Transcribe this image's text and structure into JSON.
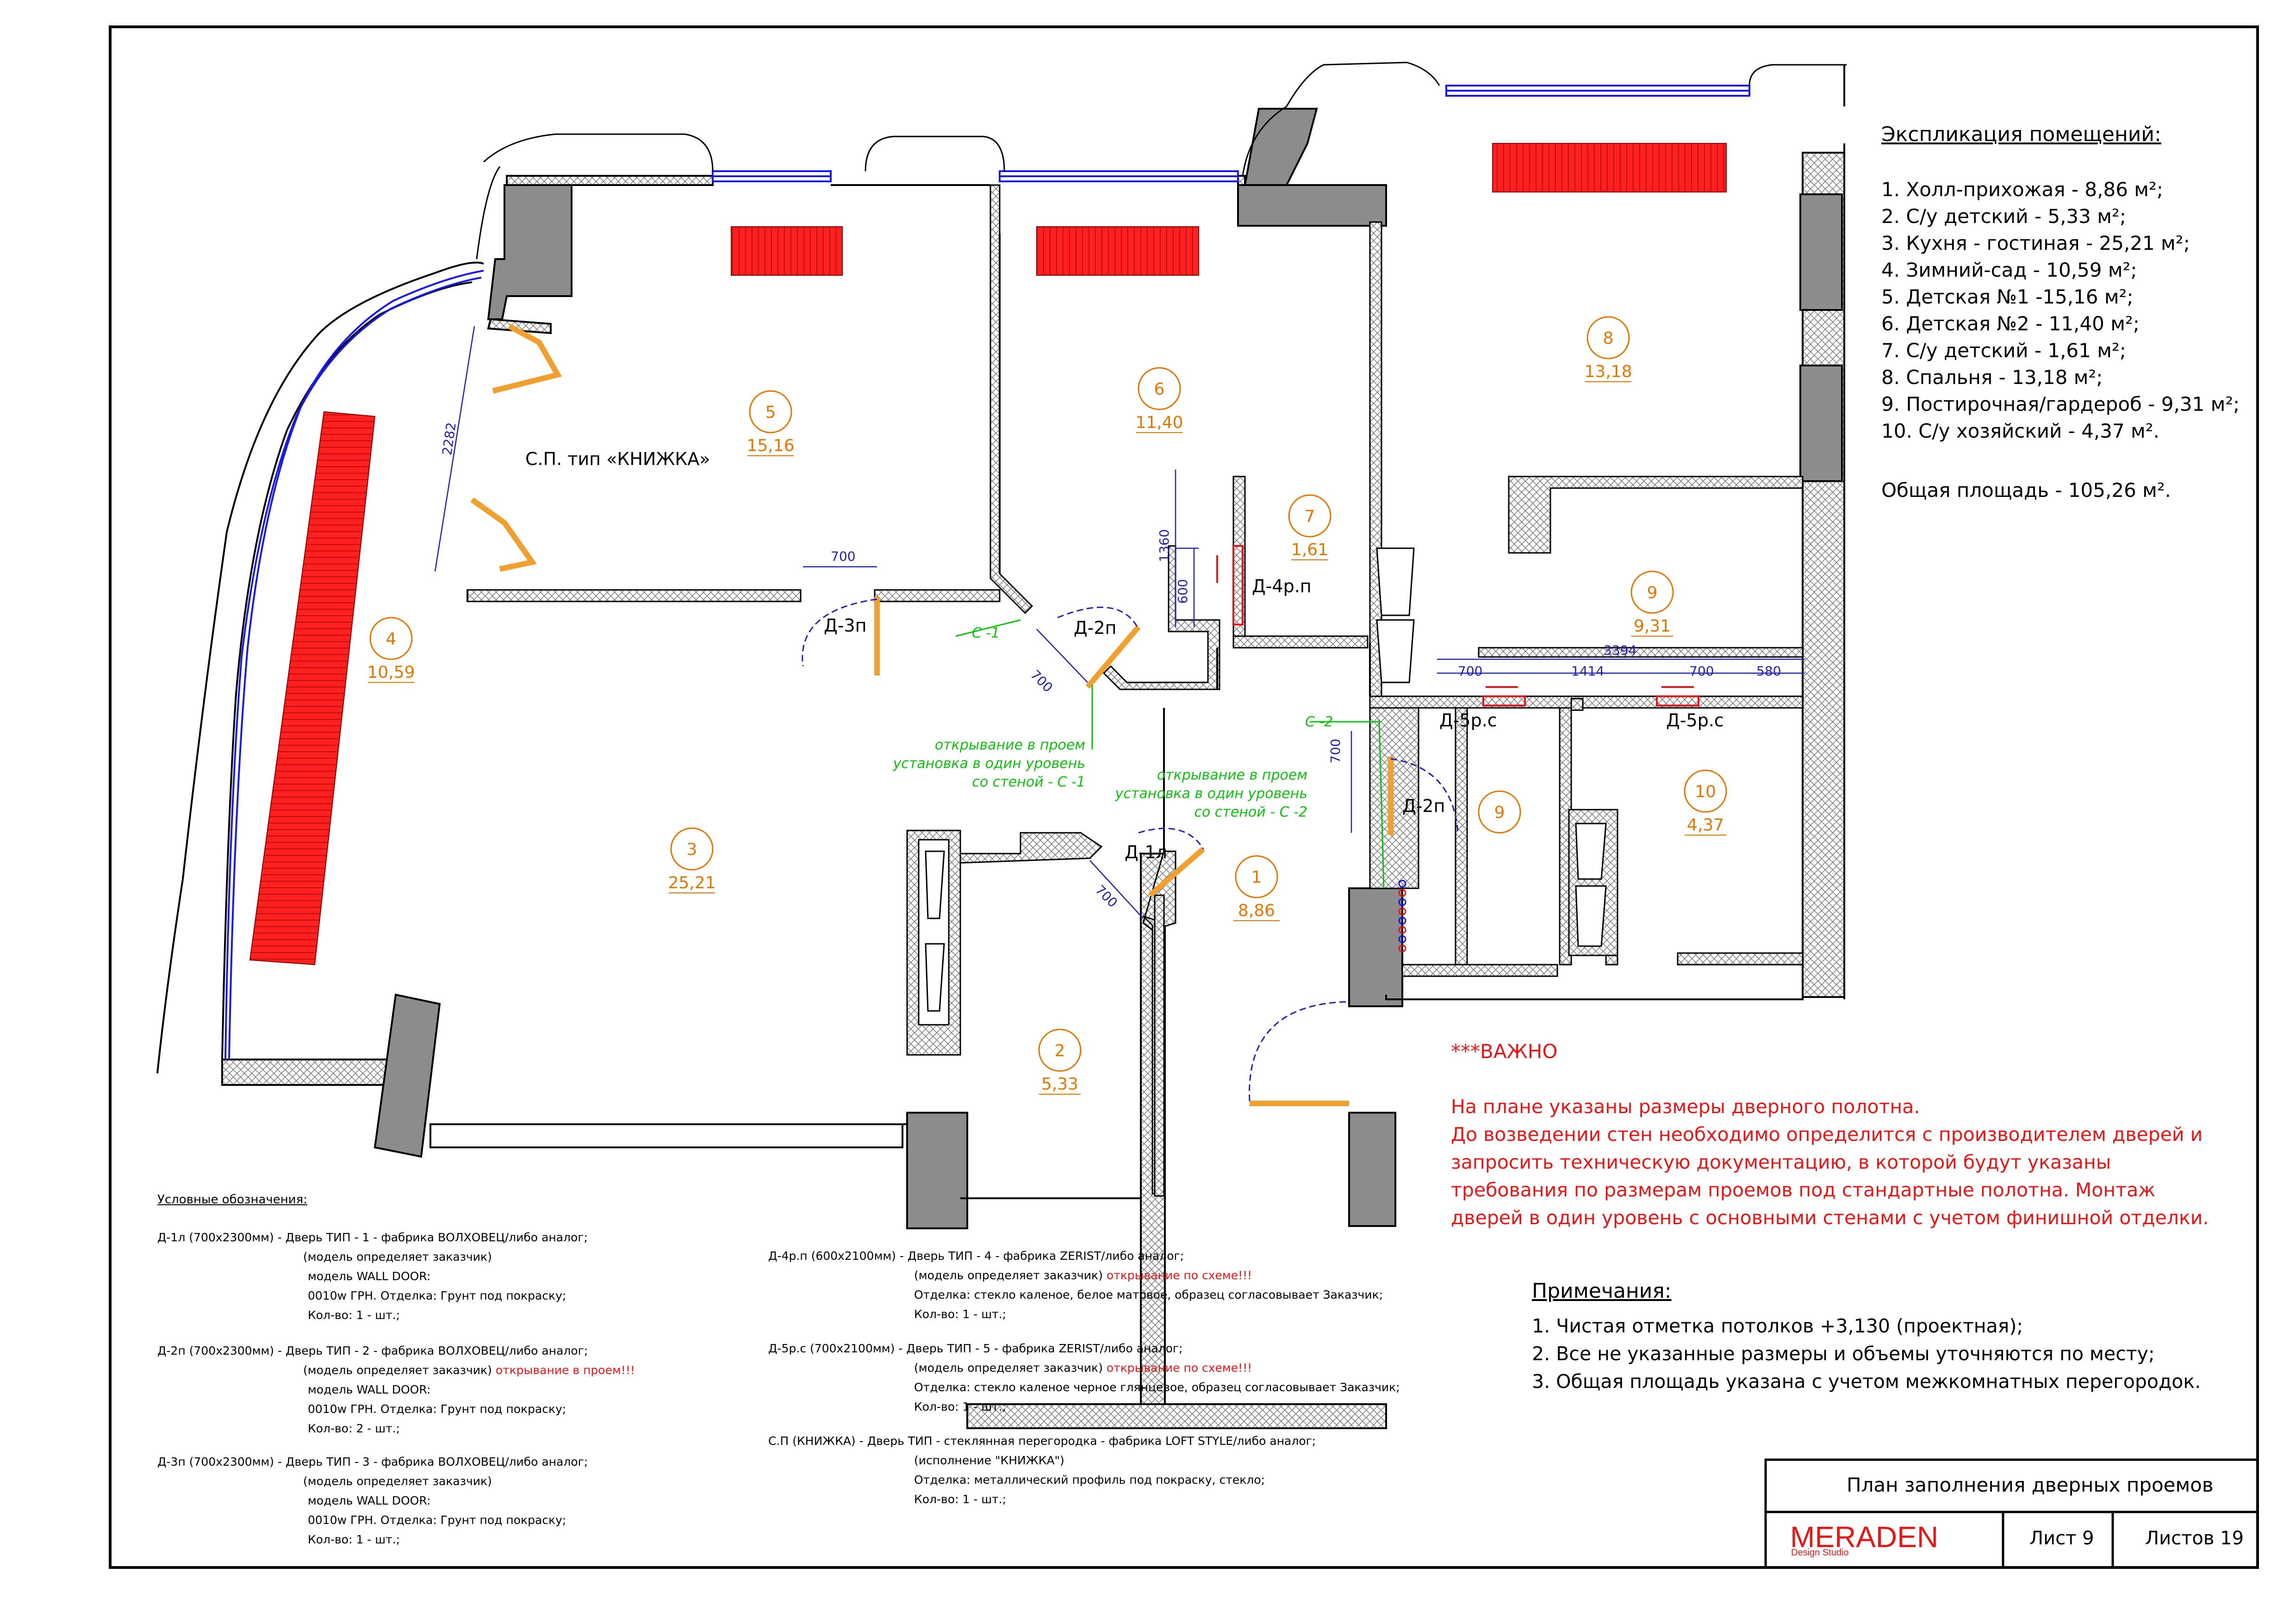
{
  "explication": {
    "title": "Экспликация помещений:",
    "items": [
      "1. Холл-прихожая - 8,86 м²;",
      "2. С/у детский - 5,33 м²;",
      "3. Кухня - гостиная  - 25,21 м²;",
      "4. Зимний-сад - 10,59 м²;",
      "5. Детская №1 -15,16 м²;",
      "6. Детская №2 - 11,40 м²;",
      "7. С/у детский - 1,61 м²;",
      "8. Спальня - 13,18 м²;",
      "9. Постирочная/гардероб - 9,31 м²;",
      "10. С/у хозяйский - 4,37 м²."
    ],
    "total": "Общая площадь - 105,26 м²."
  },
  "rooms": {
    "r1": {
      "num": "1",
      "area": "8,86"
    },
    "r2": {
      "num": "2",
      "area": "5,33"
    },
    "r3": {
      "num": "3",
      "area": "25,21"
    },
    "r4": {
      "num": "4",
      "area": "10,59"
    },
    "r5": {
      "num": "5",
      "area": "15,16"
    },
    "r6": {
      "num": "6",
      "area": "11,40"
    },
    "r7": {
      "num": "7",
      "area": "1,61"
    },
    "r8": {
      "num": "8",
      "area": "13,18"
    },
    "r9": {
      "num": "9",
      "area": "9,31"
    },
    "r9b": {
      "num": "9"
    },
    "r10": {
      "num": "10",
      "area": "4,37"
    }
  },
  "plan_labels": {
    "sp": "С.П. тип «КНИЖКА»",
    "d3p": "Д-3п",
    "d2p_a": "Д-2п",
    "d2p_b": "Д-2п",
    "d1l": "Д-1л",
    "d4rp": "Д-4р.п",
    "d5rc_a": "Д-5р.с",
    "d5rc_b": "Д-5р.с",
    "c1": "С -1",
    "c2": "С -2",
    "note_c1": [
      "открывание в проем",
      "установка в один уровень",
      "со стеной - С -1"
    ],
    "note_c2": [
      "открывание в проем",
      "установка в один уровень",
      "со стеной - С -2"
    ]
  },
  "dimensions": {
    "d2282": "2282",
    "d700a": "700",
    "d700b": "700",
    "d700c": "700",
    "d700d": "700",
    "d700e": "700",
    "d700f": "700",
    "d1360": "1360",
    "d600": "600",
    "d3394": "3394",
    "d1414": "1414",
    "d580": "580"
  },
  "important": {
    "title": "***ВАЖНО",
    "lines": [
      "На плане указаны размеры дверного полотна.",
      "До возведении стен необходимо определится с производителем дверей и",
      "запросить техническую документацию, в которой будут указаны",
      "требования по  размерам проемов под стандартные полотна. Монтаж",
      "дверей в один уровень с основными стенами с учетом финишной отделки."
    ]
  },
  "notes": {
    "title": "Примечания:",
    "lines": [
      "1. Чистая отметка потолков +3,130 (проектная);",
      "2. Все не указанные размеры и объемы уточняются по месту;",
      "3. Общая площадь указана с учетом межкомнатных перегородок."
    ]
  },
  "legend": {
    "title": "Условные обозначения:",
    "d1l": [
      "Д-1л (700х2300мм) -    Дверь ТИП - 1 - фабрика ВОЛХОВЕЦ/либо аналог;",
      "(модель определяет заказчик)",
      "модель WALL DOOR:",
      "0010w ГРН. Отделка: Грунт под покраску;",
      "Кол-во: 1 - шт.;"
    ],
    "d2p": [
      "Д-2п (700х2300мм) -    Дверь ТИП - 2 - фабрика ВОЛХОВЕЦ/либо аналог;",
      "(модель определяет заказчик)",
      " открывание в проем!!!",
      "модель WALL DOOR:",
      "0010w ГРН. Отделка: Грунт под покраску;",
      "Кол-во: 2 - шт.;"
    ],
    "d3p": [
      "Д-3п (700х2300мм) -    Дверь ТИП - 3 - фабрика ВОЛХОВЕЦ/либо аналог;",
      "(модель определяет заказчик)",
      "модель WALL DOOR:",
      "0010w ГРН. Отделка: Грунт под покраску;",
      "Кол-во: 1 - шт.;"
    ],
    "d4rp": [
      "Д-4р.п (600х2100мм) - Дверь ТИП - 4 -  фабрика ZERIST/либо аналог;",
      "(модель определяет заказчик)",
      " открывание по схеме!!!",
      "Отделка: стекло каленое, белое матовое, образец согласовывает Заказчик;",
      "Кол-во: 1 - шт.;"
    ],
    "d5rc": [
      "Д-5р.с (700х2100мм) - Дверь ТИП - 5 - фабрика ZERIST/либо аналог;",
      "(модель определяет заказчик)",
      " открывание по схеме!!!",
      "Отделка: стекло каленое черное глянцевое, образец согласовывает Заказчик;",
      "Кол-во: 1 - шт.;"
    ],
    "sp": [
      "С.П (КНИЖКА) -            Дверь ТИП - стеклянная перегородка - фабрика LOFT STYLE/либо аналог;",
      "(исполнение \"КНИЖКА\")",
      "Отделка: металлический профиль под покраску, стекло;",
      "Кол-во: 1 - шт.;"
    ]
  },
  "title_block": {
    "title": "План заполнения дверных проемов",
    "logo": "MERADEN",
    "logo_sub": "Design Studio",
    "sheet": "Лист 9",
    "sheets": "Листов 19"
  },
  "colors": {
    "wall": "#8c8c8c",
    "hatch": "#d9d9d9",
    "radiator": "#ff2020",
    "window": "#1a1ae6",
    "door": "#f0a030",
    "dim": "#2222aa",
    "room_label": "#e07800",
    "note_green": "#10c010",
    "important": "#e41818"
  }
}
